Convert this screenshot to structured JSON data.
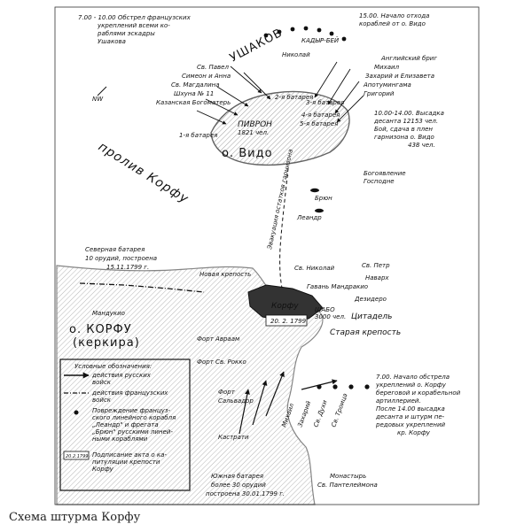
{
  "caption": "Схема штурма Корфу",
  "colors": {
    "ink": "#111111",
    "water": "#ffffff",
    "land_hatch": "#444444"
  },
  "labels": {
    "top_left_note": [
      "7.00 - 10.00 Обстрел французских",
      "укреплений всеми ко-",
      "раблями эскадры",
      "Ушакова"
    ],
    "top_right_note": [
      "15.00. Начало отхода",
      "кораблей от о. Видо"
    ],
    "ushakov": "УШАКОВ",
    "kadyr_bey": "КАДЫР-БЕЙ",
    "ship_nikolai": "Николай",
    "ship_pavel": "Св. Павел",
    "ship_simeon": "Симеон и Анна",
    "ship_magdalina": "Св. Магдалина",
    "ship_shkhuna": "Шхуна № 11",
    "ship_kazan": "Казанская Богоматерь",
    "brig_english": "Английский бриг",
    "ship_mikhail": "Михаил",
    "ship_zakhary": "Захарий и Елизавета",
    "ship_apostol": "Апотумингама",
    "ship_grigory": "Григорий",
    "battery2": "2-я батарея",
    "battery3": "3-я батарея",
    "battery1": "1-я батарея",
    "battery4": "4-я батарея",
    "battery5": "5-я батарея",
    "garrison_lavron": [
      "ПИВРОН",
      "1821 чел."
    ],
    "vido": "о. Видо",
    "landing_note": [
      "10.00-14.00. Высадка",
      "десанта 12153 чел.",
      "Бой, сдача в плен",
      "гарнизона о. Видо",
      "438 чел."
    ],
    "strait": "пролив Корфу",
    "bogoyavlenie": [
      "Богоявление",
      "Господне"
    ],
    "bryun": "Брюн",
    "leandr": "Леандр",
    "evacuation": "Эвакуация остатков гарнизона",
    "north_battery": [
      "Северная батарея",
      "10 орудий, построена",
      "15.11.1799 г."
    ],
    "new_fortress": "Новая крепость",
    "sv_nikolai": "Св. Николай",
    "sv_petr": "Св. Петр",
    "navarkhia": "Наварх",
    "mandracchio": "Гавань Мандракио",
    "dezhedero": "Дезидеро",
    "mandukio": "Мандукио",
    "corfu_island": [
      "о. КОРФУ",
      "(керкира)"
    ],
    "corfu_city": "Корфу",
    "citadel": "Цитадель",
    "garrison_corfu": [
      "ШАБО",
      "3000 чел."
    ],
    "surrender_date": "20. 2. 1799",
    "old_fortress": "Старая крепость",
    "fort_avraam": "Форт Авраам",
    "fort_rocco": "Форт Св. Рокко",
    "fort_salvador": [
      "Форт",
      "Сальвадор"
    ],
    "kastrati": "Кастрати",
    "ships_south": [
      "Михаил",
      "Захарий",
      "Св. Духи",
      "Св. Троица"
    ],
    "south_note": [
      "7.00. Начало обстрела",
      "укреплений о. Корфу",
      "береговой и корабельной",
      "артиллерией.",
      "После 14.00 высадка",
      "десанта и штурм пе-",
      "редовых укреплений",
      "кр. Корфу"
    ],
    "south_battery": [
      "Южная батарея",
      "более 30 орудий",
      "построена 30.01.1799 г."
    ],
    "monastery": [
      "Монастырь",
      "Св. Пантелеймона"
    ],
    "compass_nw": "NW"
  },
  "legend": {
    "title": "Условные обозначения:",
    "items": [
      {
        "text": [
          "действия русских",
          "войск"
        ]
      },
      {
        "text": [
          "действия французских",
          "войск"
        ]
      },
      {
        "text": [
          "Повреждение француз-",
          "ского линейного корабля",
          "„Леандр\" и фрегата",
          "„Брюн\" русскими линей-",
          "ными кораблями"
        ]
      },
      {
        "text": [
          "Подписание акта о ка-",
          "питуляции крепости",
          "Корфу"
        ]
      }
    ],
    "stamp_date": "20.2.1799"
  }
}
